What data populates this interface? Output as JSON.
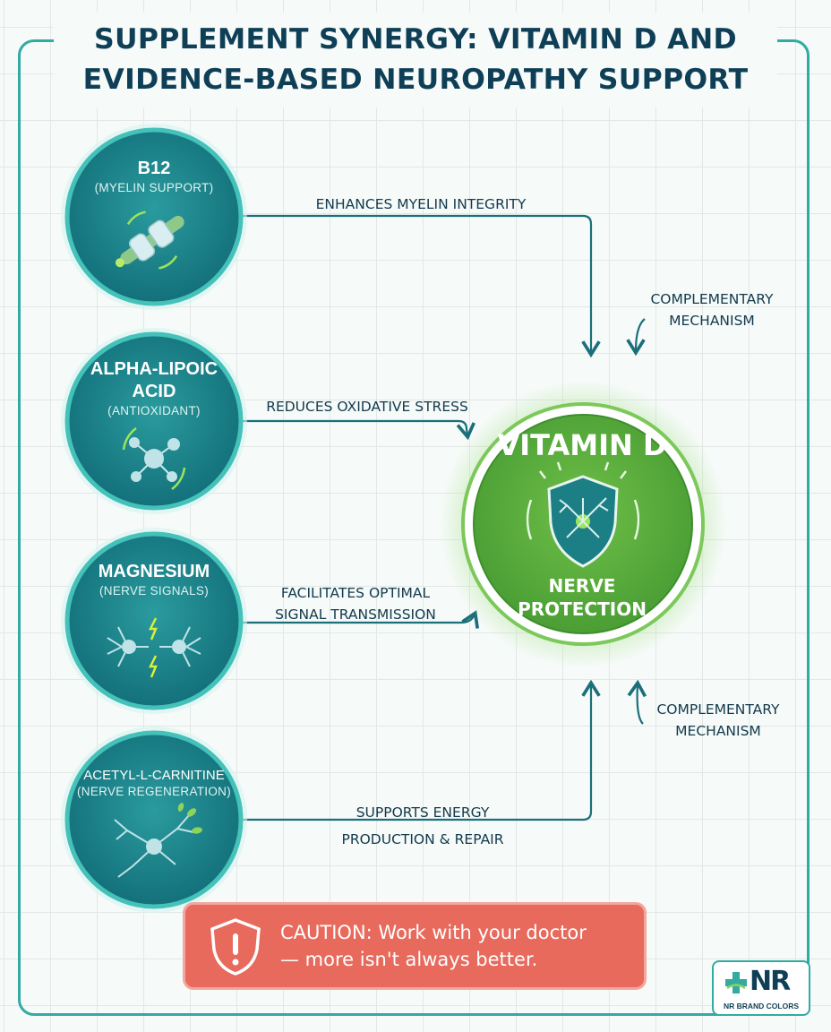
{
  "title": {
    "line1": "SUPPLEMENT SYNERGY: VITAMIN D AND",
    "line2": "EVIDENCE-BASED NEUROPATHY SUPPORT"
  },
  "nodes": [
    {
      "name": "B12",
      "subtitle": "(MYELIN SUPPORT)",
      "icon": "myelin-sheath-icon"
    },
    {
      "name_line1": "ALPHA-LIPOIC",
      "name_line2": "ACID",
      "subtitle": "(ANTIOXIDANT)",
      "icon": "molecule-icon"
    },
    {
      "name": "MAGNESIUM",
      "subtitle": "(NERVE SIGNALS)",
      "icon": "nerve-signal-icon"
    },
    {
      "name": "ACETYL-L-CARNITINE",
      "subtitle": "(NERVE REGENERATION)",
      "icon": "nerve-regeneration-icon"
    }
  ],
  "connections": [
    {
      "label": "ENHANCES MYELIN INTEGRITY"
    },
    {
      "label": "REDUCES OXIDATIVE STRESS"
    },
    {
      "label_line1": "FACILITATES OPTIMAL",
      "label_line2": "SIGNAL TRANSMISSION"
    },
    {
      "label_line1": "SUPPORTS ENERGY",
      "label_line2": "PRODUCTION & REPAIR"
    }
  ],
  "side_labels": [
    {
      "line1": "COMPLEMENTARY",
      "line2": "MECHANISM"
    },
    {
      "line1": "COMPLEMENTARY",
      "line2": "MECHANISM"
    }
  ],
  "center": {
    "title": "VITAMIN D",
    "subtitle_line1": "NERVE",
    "subtitle_line2": "PROTECTION",
    "icon": "shield-neuron-icon"
  },
  "caution": {
    "line1": "CAUTION: Work with your doctor",
    "line2": "— more isn't always better.",
    "icon": "warning-shield-icon"
  },
  "logo": {
    "mark": "NR",
    "text": "NR BRAND COLORS"
  },
  "colors": {
    "teal": "#1b7f86",
    "green": "#5aae3c",
    "navy": "#0f3f56",
    "coral": "#e76a5c"
  }
}
